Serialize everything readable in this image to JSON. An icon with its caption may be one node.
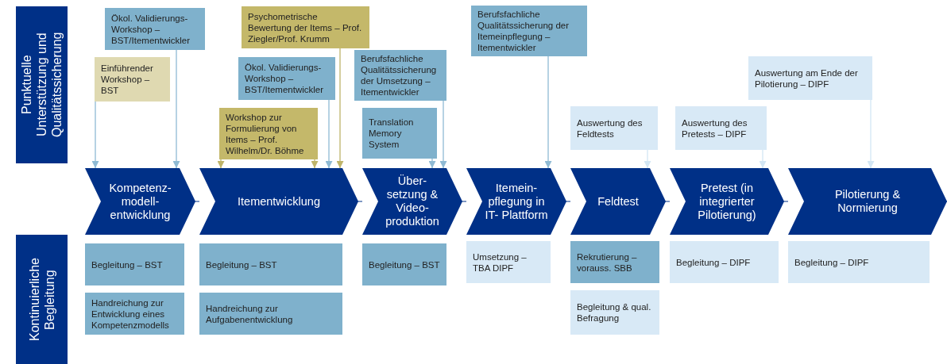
{
  "diagram": {
    "nodes": [
      {
        "text": [
          "Punktuelle Unterstützung und Qualitätssicherung"
        ]
      },
      {
        "text": [
          "Ökol. Validierungs-Workshop – BST/Itementwickler"
        ]
      },
      {
        "text": [
          "Einführender Workshop – BST"
        ]
      },
      {
        "text": [
          "Psychometrische Bewertung der Items – Prof. Ziegler/Prof. Krumm"
        ]
      },
      {
        "text": [
          "Workshop zur Formulierung von Items – Prof. Wilhelm/Dr. Böhme"
        ]
      },
      {
        "text": [
          "Ökol. Validierungs-Workshop – BST/Itementwickler"
        ]
      },
      {
        "text": [
          "Berufsfachliche Qualitätssicherung der Umsetzung – Itementwickler"
        ]
      },
      {
        "text": [
          "Translation Memory System"
        ]
      },
      {
        "text": [
          "Berufsfachliche Qualitätssicherung der Itemeinpflegung – Itementwickler"
        ]
      },
      {
        "text": [
          "Auswertung des Feldtests"
        ]
      },
      {
        "text": [
          "Auswertung des Pretests – DIPF"
        ]
      },
      {
        "text": [
          "Auswertung am Ende der Pilotierung – DIPF"
        ]
      },
      {
        "text": [
          "Kompetenz- modell- entwicklung"
        ]
      },
      {
        "text": [
          "Itementwicklung"
        ]
      },
      {
        "text": [
          "Über- setzung & Video- produktion"
        ]
      },
      {
        "text": [
          "Itemein- pflegung in IT- Plattform"
        ]
      },
      {
        "text": [
          "Feldtest"
        ]
      },
      {
        "text": [
          "Pretest (in integrierter Pilotierung)"
        ]
      },
      {
        "text": [
          "Pilotierung & Normierung"
        ]
      },
      {
        "text": [
          "Kontinuierliche Begleitung"
        ]
      },
      {
        "text": [
          "Begleitung – BST"
        ]
      },
      {
        "text": [
          "Handreichung zur Entwicklung eines Kompetenzmodells"
        ]
      },
      {
        "text": [
          "Begleitung – BST"
        ]
      },
      {
        "text": [
          "Handreichung zur Aufgabenentwicklung"
        ]
      },
      {
        "text": [
          "Begleitung – BST"
        ]
      },
      {
        "text": [
          "Umsetzung – TBA DIPF"
        ]
      },
      {
        "text": [
          "Rekrutierung – vorauss. SBB"
        ]
      },
      {
        "text": [
          "Begleitung & qual. Befragung"
        ]
      },
      {
        "text": [
          "Begleitung – DIPF"
        ]
      },
      {
        "text": [
          "Begleitung – DIPF"
        ]
      }
    ],
    "edges": [
      {
        "from": 2,
        "to": 12,
        "arrow": "to",
        "color": "#8fbad4"
      },
      {
        "from": 1,
        "to": 12,
        "arrow": "to",
        "color": "#8fbad4"
      },
      {
        "from": 4,
        "to": 13,
        "arrow": "to",
        "color": "#bfb46a"
      },
      {
        "from": 4,
        "to": 13,
        "arrow": "to",
        "color": "#bfb46a"
      },
      {
        "from": 5,
        "to": 13,
        "arrow": "to",
        "color": "#8fbad4"
      },
      {
        "from": 3,
        "to": 13,
        "arrow": "to",
        "color": "#bfb46a"
      },
      {
        "from": 7,
        "to": 14,
        "arrow": "to",
        "color": "#8fbad4"
      },
      {
        "from": 6,
        "to": 14,
        "arrow": "to",
        "color": "#8fbad4"
      },
      {
        "from": 8,
        "to": 15,
        "arrow": "to",
        "color": "#8fbad4"
      },
      {
        "from": 9,
        "to": 16,
        "arrow": "to",
        "color": "#d3e6f4"
      },
      {
        "from": 10,
        "to": 17,
        "arrow": "to",
        "color": "#d3e6f4"
      },
      {
        "from": 11,
        "to": 18,
        "arrow": "to",
        "color": "#d3e6f4"
      },
      {
        "from": 12,
        "to": 13,
        "arrow": "to",
        "color": "#003087"
      },
      {
        "from": 13,
        "to": 14,
        "arrow": "to",
        "color": "#003087"
      },
      {
        "from": 14,
        "to": 15,
        "arrow": "to",
        "color": "#003087"
      },
      {
        "from": 15,
        "to": 16,
        "arrow": "to",
        "color": "#003087"
      },
      {
        "from": 16,
        "to": 17,
        "arrow": "to",
        "color": "#003087"
      },
      {
        "from": 17,
        "to": 18,
        "arrow": "to",
        "color": "#003087"
      },
      {
        "from": 18,
        "to": null,
        "arrow": "to",
        "color": "#003087"
      }
    ]
  }
}
